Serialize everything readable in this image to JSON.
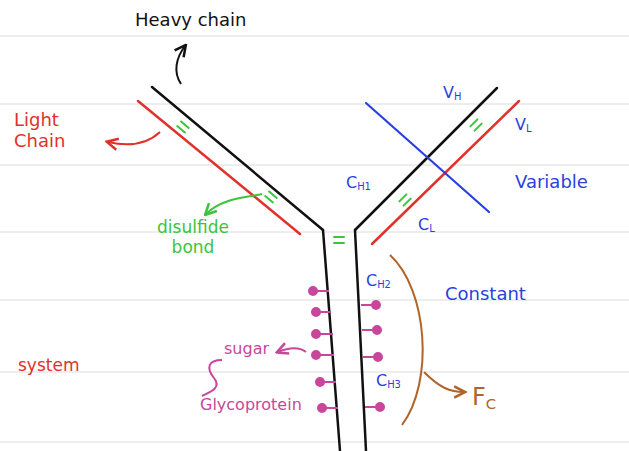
{
  "diagram": {
    "labels": [
      "Heavy chain",
      "Light Chain",
      "disulfide bond",
      "VH",
      "VL",
      "Variable",
      "CH1",
      "CL",
      "CH2",
      "Constant",
      "CH3",
      "FC",
      "sugar",
      "Glycoprotein",
      "system"
    ]
  }
}
